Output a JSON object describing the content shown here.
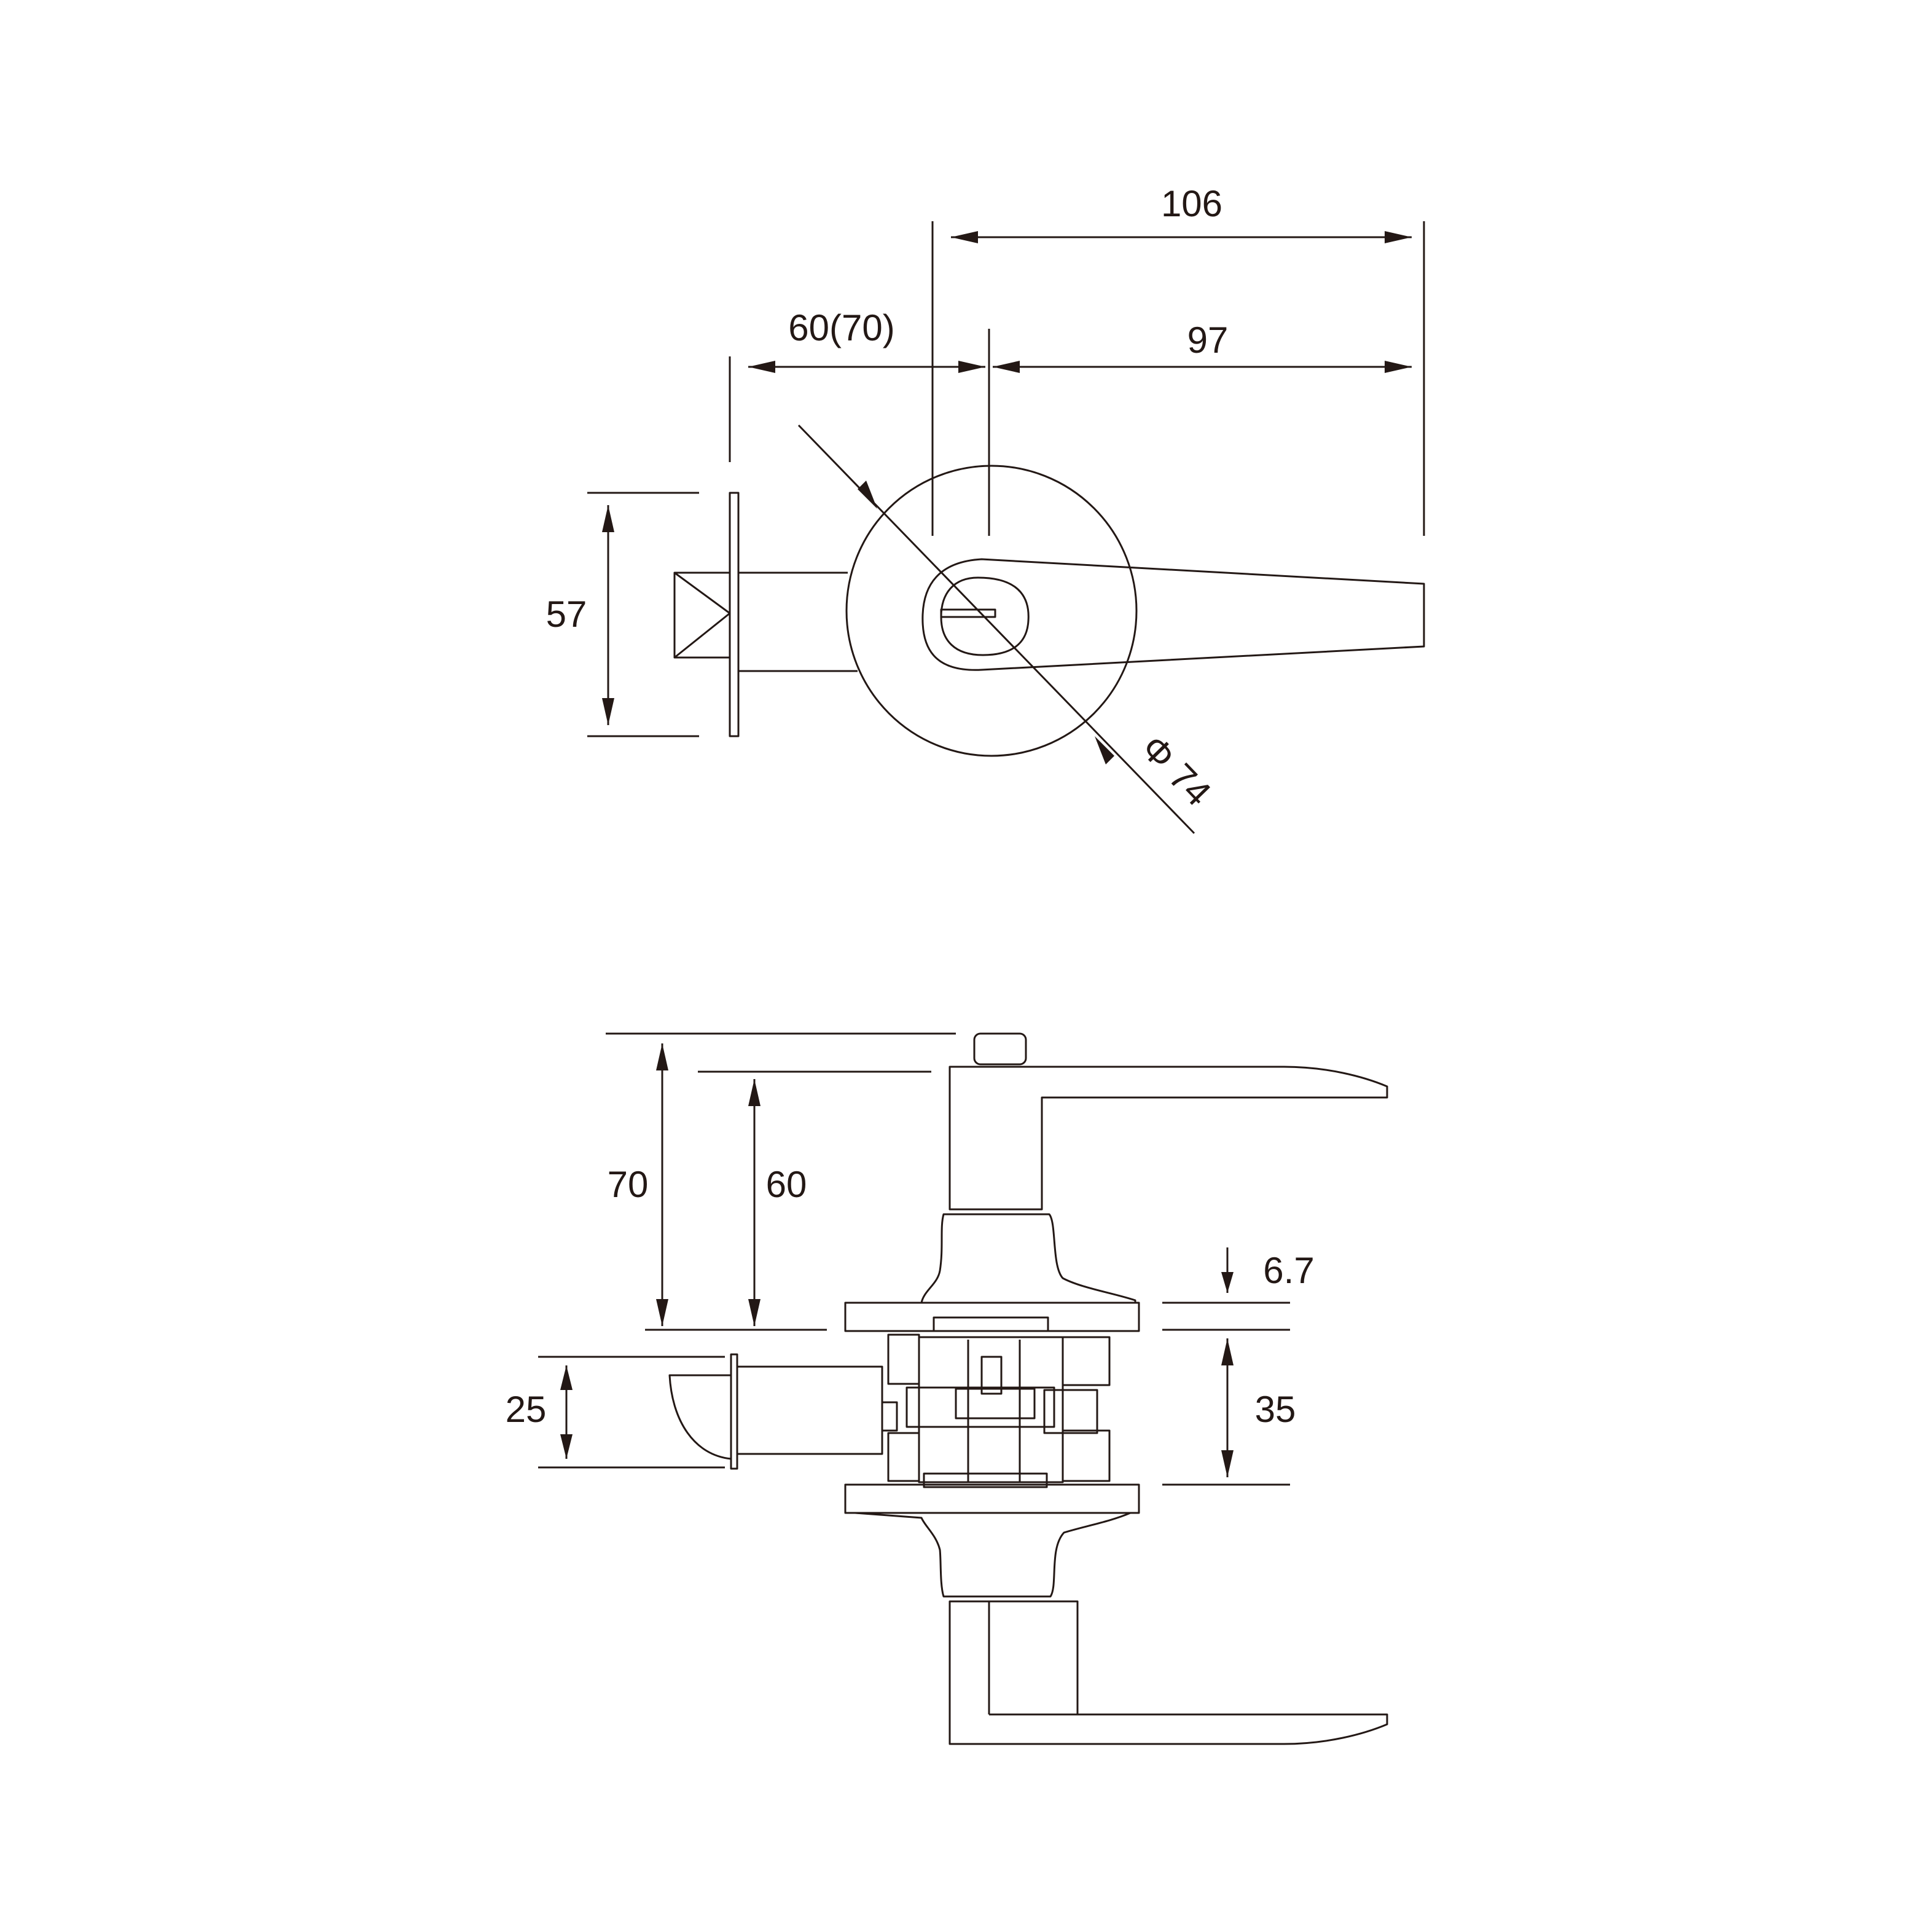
{
  "drawing": {
    "line_color": "#231815",
    "background": "#ffffff"
  },
  "top_view": {
    "dim_overall_length": "106",
    "dim_lever_length": "97",
    "dim_backset": "60(70)",
    "dim_latch_height": "57",
    "dim_rose_diameter": "Φ 74"
  },
  "side_view": {
    "dim_backset_long": "70",
    "dim_backset_short": "60",
    "dim_rose_thickness": "6.7",
    "dim_door_thickness": "35",
    "dim_latch_face": "25"
  }
}
